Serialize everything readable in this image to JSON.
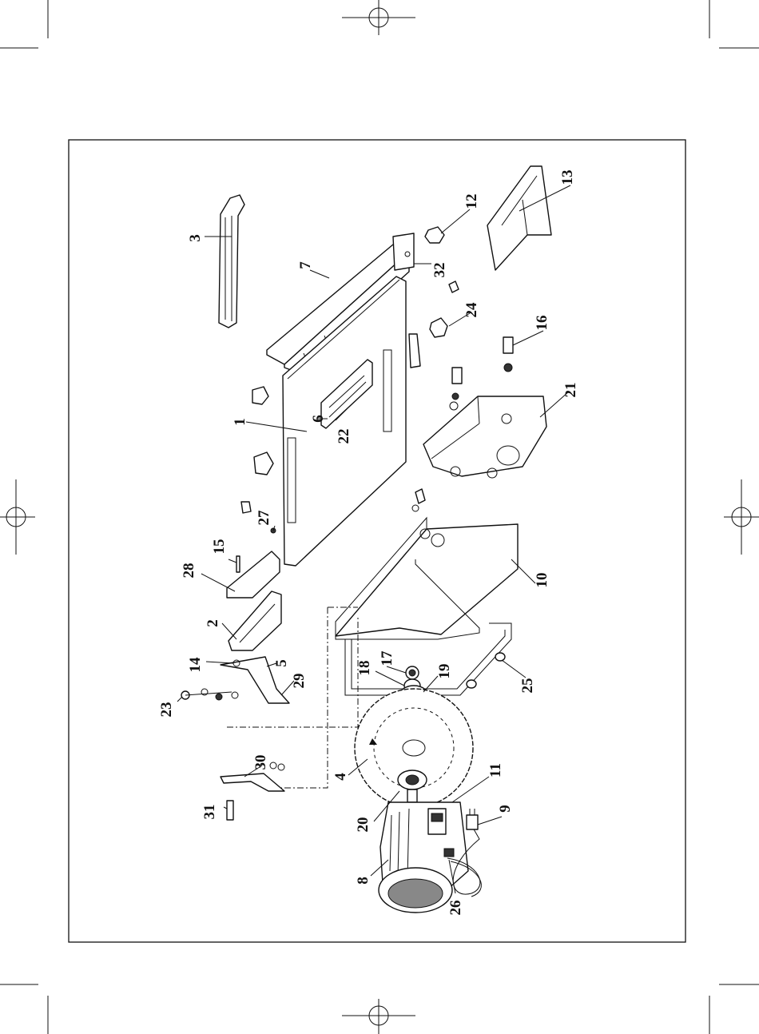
{
  "diagram": {
    "part_labels": [
      "1",
      "2",
      "3",
      "4",
      "5",
      "6",
      "7",
      "8",
      "9",
      "10",
      "11",
      "12",
      "13",
      "14",
      "15",
      "16",
      "17",
      "18",
      "19",
      "20",
      "21",
      "22",
      "23",
      "24",
      "25",
      "26",
      "27",
      "28",
      "29",
      "30",
      "31",
      "32"
    ]
  }
}
